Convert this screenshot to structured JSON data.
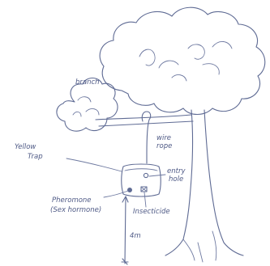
{
  "labels": {
    "branch": "branch",
    "wire_rope_line1": "wire",
    "wire_rope_line2": "rope",
    "yellow_trap_line1": "Yellow",
    "yellow_trap_line2": "Trap",
    "entry_hole_line1": "entry",
    "entry_hole_line2": "hole",
    "pheromone_line1": "Pheromone",
    "pheromone_line2": "(Sex hormone)",
    "insecticide": "Insecticide",
    "height": "4m"
  },
  "colors": {
    "ink": "#5f6b94",
    "paper": "#ffffff"
  }
}
